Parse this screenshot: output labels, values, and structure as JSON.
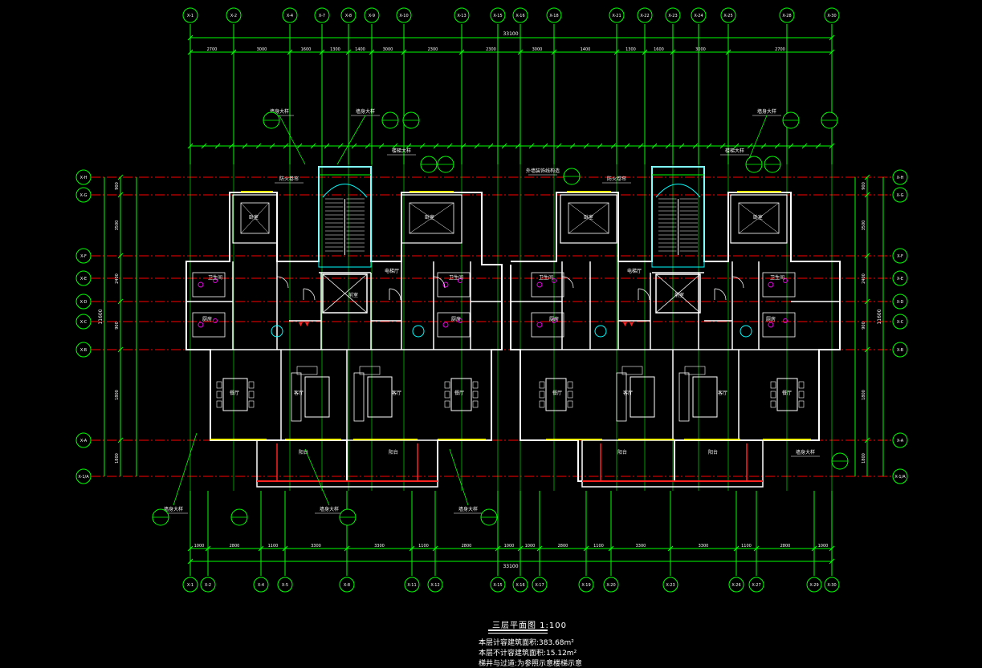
{
  "colors": {
    "axis": "#00ff00",
    "axis_dash": "#ff0000",
    "wall": "#ffffff",
    "fixture": "#e000e0",
    "annot": "#00ffff",
    "window": "#ffff00",
    "bubble": "#00ff00",
    "red": "#ff2020"
  },
  "top_axes": [
    "X-1",
    "X-2",
    "X-4",
    "X-7",
    "X-8",
    "X-9",
    "X-10",
    "X-13",
    "X-15",
    "X-16",
    "X-18",
    "X-21",
    "X-22",
    "X-23",
    "X-24",
    "X-25",
    "X-28",
    "X-30"
  ],
  "bottom_axes": [
    "X-1",
    "X-2",
    "X-4",
    "X-5",
    "X-8",
    "X-11",
    "X-12",
    "X-15",
    "X-16",
    "X-17",
    "X-19",
    "X-20",
    "X-23",
    "X-26",
    "X-27",
    "X-29",
    "X-30"
  ],
  "left_axes": [
    "X-H",
    "X-G",
    "X-F",
    "X-E",
    "X-D",
    "X-C",
    "X-B",
    "X-A",
    "X-1/A"
  ],
  "right_axes": [
    "X-H",
    "X-G",
    "X-F",
    "X-E",
    "X-D",
    "X-C",
    "X-B",
    "X-A",
    "X-1/A"
  ],
  "dims": {
    "overall_top": "33100",
    "overall_bottom": "33100",
    "top_row": [
      "2700",
      "3000",
      "1600",
      "1300",
      "1400",
      "3000",
      "2300",
      "2300",
      "3000",
      "1400",
      "1300",
      "1600",
      "3000",
      "2700"
    ],
    "bottom_row": [
      "1000",
      "2800",
      "1100",
      "3300",
      "3300",
      "1100",
      "2800",
      "1000",
      "1000",
      "2800",
      "1100",
      "3300",
      "3300",
      "1100",
      "2800",
      "1000"
    ],
    "left_col": [
      "900",
      "3500",
      "2400",
      "900",
      "1800",
      "1800"
    ],
    "left_total": "11600",
    "right_col": [
      "900",
      "3500",
      "2400",
      "900",
      "1800",
      "1800"
    ],
    "right_total": "11600"
  },
  "rooms": [
    "卧室",
    "卧室",
    "卧室",
    "卧室",
    "卫生间",
    "卫生间",
    "卫生间",
    "卫生间",
    "厨房",
    "厨房",
    "厨房",
    "厨房",
    "餐厅",
    "餐厅",
    "餐厅",
    "餐厅",
    "客厅",
    "客厅",
    "客厅",
    "客厅",
    "阳台",
    "阳台",
    "阳台",
    "阳台",
    "电梯厅",
    "电梯厅",
    "前室",
    "前室"
  ],
  "callouts": [
    "墙身大样",
    "墙身大样",
    "墙身大样",
    "墙身大样",
    "墙身大样",
    "墙身大样",
    "墙身大样",
    "外墙装饰线构造",
    "防火卷帘",
    "防火卷帘",
    "楼梯大样",
    "楼梯大样"
  ],
  "title": "三层平面图 1:100",
  "notes": [
    "本层计容建筑面积:383.68m²",
    "本层不计容建筑面积:15.12m²",
    "梯井与过道:为参照示意楼梯示意"
  ]
}
